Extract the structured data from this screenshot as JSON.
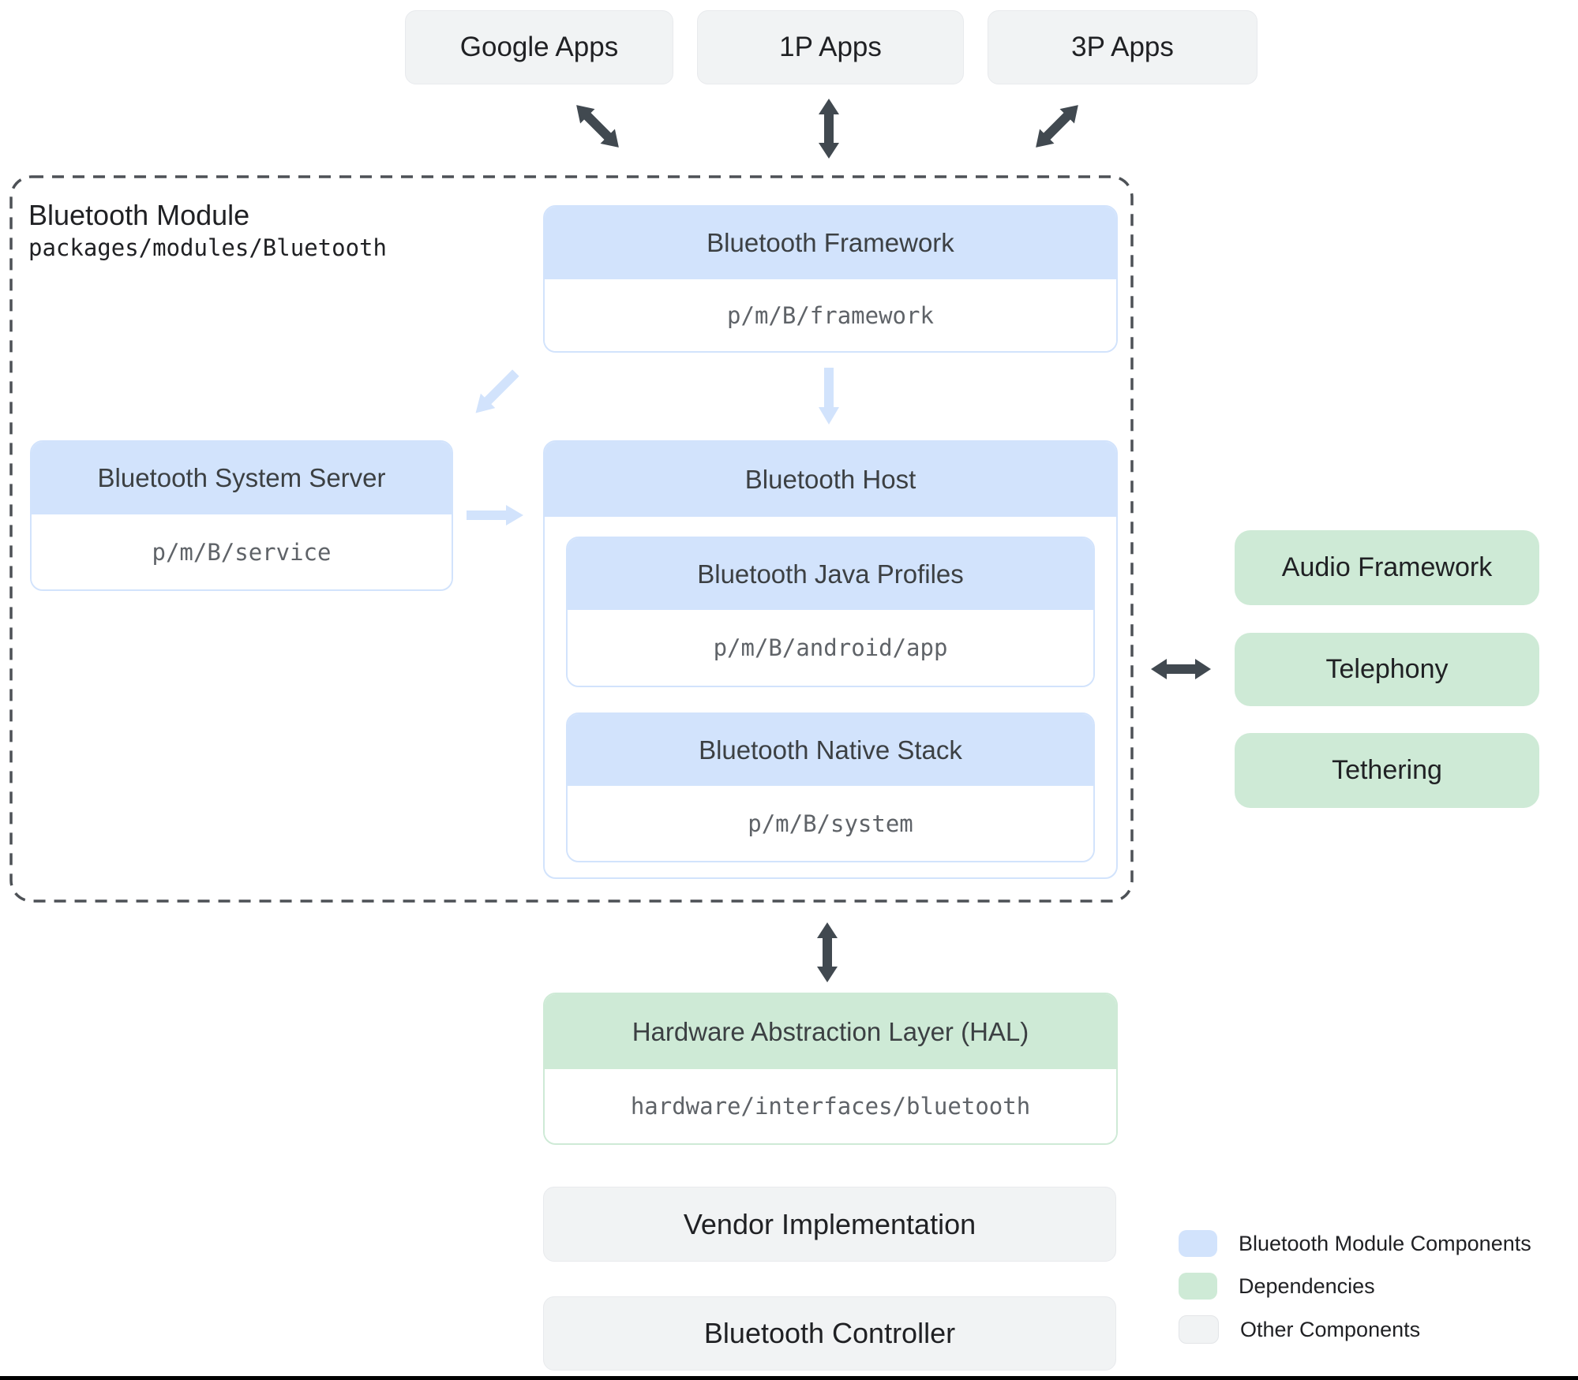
{
  "top_apps": [
    {
      "label": "Google Apps"
    },
    {
      "label": "1P Apps"
    },
    {
      "label": "3P Apps"
    }
  ],
  "module": {
    "title": "Bluetooth Module",
    "path": "packages/modules/Bluetooth",
    "framework": {
      "title": "Bluetooth Framework",
      "path": "p/m/B/framework"
    },
    "system_server": {
      "title": "Bluetooth System Server",
      "path": "p/m/B/service"
    },
    "host": {
      "title": "Bluetooth Host",
      "java_profiles": {
        "title": "Bluetooth Java Profiles",
        "path": "p/m/B/android/app"
      },
      "native_stack": {
        "title": "Bluetooth Native Stack",
        "path": "p/m/B/system"
      }
    }
  },
  "dependencies": [
    {
      "label": "Audio Framework"
    },
    {
      "label": "Telephony"
    },
    {
      "label": "Tethering"
    }
  ],
  "hal": {
    "title": "Hardware Abstraction Layer (HAL)",
    "path": "hardware/interfaces/bluetooth"
  },
  "bottom_stack": [
    {
      "label": "Vendor Implementation"
    },
    {
      "label": "Bluetooth Controller"
    }
  ],
  "legend": [
    {
      "label": "Bluetooth Module Components",
      "color": "#d2e3fc"
    },
    {
      "label": "Dependencies",
      "color": "#ceead6"
    },
    {
      "label": "Other Components",
      "color": "#f1f3f4"
    }
  ],
  "colors": {
    "module_component_fill": "#d2e3fc",
    "dependency_fill": "#ceead6",
    "other_component_fill": "#f1f3f4",
    "dark_arrow": "#414950",
    "light_arrow": "#d2e3fc",
    "dashed_border": "#4d5156"
  }
}
